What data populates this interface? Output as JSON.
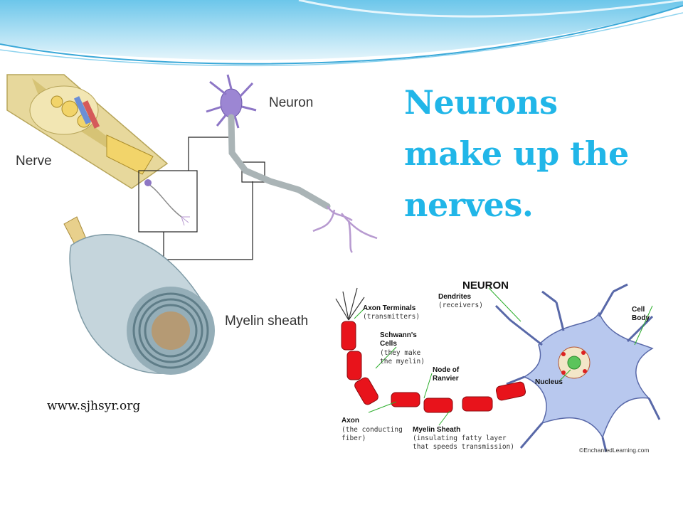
{
  "slide": {
    "title_lines": [
      "Neurons",
      "make up the",
      "nerves."
    ],
    "source": "www.sjhsyr.org"
  },
  "nerve_figure": {
    "labels": {
      "nerve": "Nerve",
      "neuron": "Neuron",
      "myelin_sheath": "Myelin sheath"
    }
  },
  "neuron_figure": {
    "title": "NEURON",
    "labels": {
      "dendrites": "Dendrites",
      "dendrites_note": "(receivers)",
      "axon_terminals": "Axon Terminals",
      "axon_terminals_note": "(transmitters)",
      "schwanns_cells": "Schwann's",
      "schwanns_cells_2": "Cells",
      "schwanns_note_1": "(they make",
      "schwanns_note_2": "the myelin)",
      "node_of_ranvier_1": "Node of",
      "node_of_ranvier_2": "Ranvier",
      "cell_body_1": "Cell",
      "cell_body_2": "Body",
      "nucleus": "Nucleus",
      "axon": "Axon",
      "axon_note_1": "(the conducting",
      "axon_note_2": "fiber)",
      "myelin_sheath": "Myelin Sheath",
      "myelin_note_1": "(insulating fatty layer",
      "myelin_note_2": "that speeds transmission)",
      "credit": "©EnchantedLearning.com"
    }
  },
  "colors": {
    "title": "#21b6e8",
    "wave": "#9fd6ee",
    "axon_red": "#e8131b",
    "cell_body": "#b8c8ee"
  }
}
